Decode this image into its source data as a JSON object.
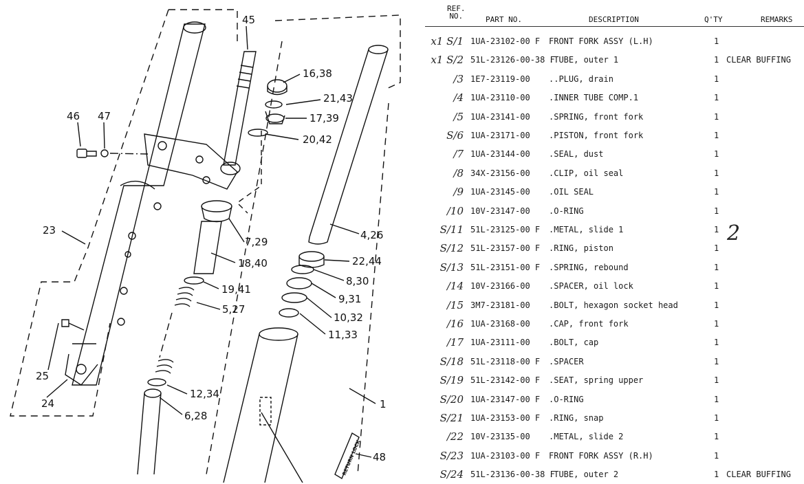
{
  "header": {
    "ref_no": "REF.\nNO.",
    "part_no": "PART NO.",
    "description": "DESCRIPTION",
    "qty": "Q'TY",
    "remarks": "REMARKS"
  },
  "rows": [
    {
      "ref": "x1 S/1",
      "part": "1UA-23102-00 F",
      "desc": "FRONT FORK ASSY (L.H)",
      "qty": "1",
      "remarks": ""
    },
    {
      "ref": "x1 S/2",
      "part": "51L-23126-00-38 F",
      "desc": ".TUBE, outer 1",
      "qty": "1",
      "remarks": "CLEAR BUFFING"
    },
    {
      "ref": "/3",
      "part": "1E7-23119-00",
      "desc": "..PLUG, drain",
      "qty": "1",
      "remarks": ""
    },
    {
      "ref": "/4",
      "part": "1UA-23110-00",
      "desc": ".INNER TUBE COMP.1",
      "qty": "1",
      "remarks": ""
    },
    {
      "ref": "/5",
      "part": "1UA-23141-00",
      "desc": ".SPRING, front fork",
      "qty": "1",
      "remarks": ""
    },
    {
      "ref": "S/6",
      "part": "1UA-23171-00",
      "desc": ".PISTON, front fork",
      "qty": "1",
      "remarks": ""
    },
    {
      "ref": "/7",
      "part": "1UA-23144-00",
      "desc": ".SEAL, dust",
      "qty": "1",
      "remarks": ""
    },
    {
      "ref": "/8",
      "part": "34X-23156-00",
      "desc": ".CLIP, oil seal",
      "qty": "1",
      "remarks": ""
    },
    {
      "ref": "/9",
      "part": "1UA-23145-00",
      "desc": ".OIL SEAL",
      "qty": "1",
      "remarks": ""
    },
    {
      "ref": "/10",
      "part": "10V-23147-00",
      "desc": ".O-RING",
      "qty": "1",
      "remarks": ""
    },
    {
      "ref": "S/11",
      "part": "51L-23125-00 F",
      "desc": ".METAL, slide 1",
      "qty": "1",
      "remarks": ""
    },
    {
      "ref": "S/12",
      "part": "51L-23157-00 F",
      "desc": ".RING, piston",
      "qty": "1",
      "remarks": ""
    },
    {
      "ref": "S/13",
      "part": "51L-23151-00 F",
      "desc": ".SPRING, rebound",
      "qty": "1",
      "remarks": ""
    },
    {
      "ref": "/14",
      "part": "10V-23166-00",
      "desc": ".SPACER, oil lock",
      "qty": "1",
      "remarks": ""
    },
    {
      "ref": "/15",
      "part": "3M7-23181-00",
      "desc": ".BOLT, hexagon socket head",
      "qty": "1",
      "remarks": ""
    },
    {
      "ref": "/16",
      "part": "1UA-23168-00",
      "desc": ".CAP, front fork",
      "qty": "1",
      "remarks": ""
    },
    {
      "ref": "/17",
      "part": "1UA-23111-00",
      "desc": ".BOLT, cap",
      "qty": "1",
      "remarks": ""
    },
    {
      "ref": "S/18",
      "part": "51L-23118-00 F",
      "desc": ".SPACER",
      "qty": "1",
      "remarks": ""
    },
    {
      "ref": "S/19",
      "part": "51L-23142-00 F",
      "desc": ".SEAT, spring upper",
      "qty": "1",
      "remarks": ""
    },
    {
      "ref": "S/20",
      "part": "1UA-23147-00 F",
      "desc": ".O-RING",
      "qty": "1",
      "remarks": ""
    },
    {
      "ref": "S/21",
      "part": "1UA-23153-00 F",
      "desc": ".RING, snap",
      "qty": "1",
      "remarks": ""
    },
    {
      "ref": "/22",
      "part": "10V-23135-00",
      "desc": ".METAL, slide 2",
      "qty": "1",
      "remarks": ""
    },
    {
      "ref": "S/23",
      "part": "1UA-23103-00 F",
      "desc": "FRONT FORK ASSY (R.H)",
      "qty": "1",
      "remarks": ""
    },
    {
      "ref": "S/24",
      "part": "51L-23136-00-38 F",
      "desc": ".TUBE, outer 2",
      "qty": "1",
      "remarks": "CLEAR BUFFING"
    }
  ],
  "handwritten_note": "2",
  "diagram": {
    "callouts": {
      "c45": "45",
      "c46": "46",
      "c47": "47",
      "c16": "16,38",
      "c21": "21,43",
      "c17": "17,39",
      "c20": "20,42",
      "c23": "23",
      "c4": "4,26",
      "c7": "7,29",
      "c18": "18,40",
      "c22": "22,44",
      "c19": "19,41",
      "c8": "8,30",
      "c9": "9,31",
      "c5": "5,27",
      "c10": "10,32",
      "c11": "11,33",
      "c25": "25",
      "c24": "24",
      "c12": "12,34",
      "c6": "6,28",
      "c1": "1",
      "c48": "48"
    },
    "sticker_text": "RETURN LOCK"
  }
}
